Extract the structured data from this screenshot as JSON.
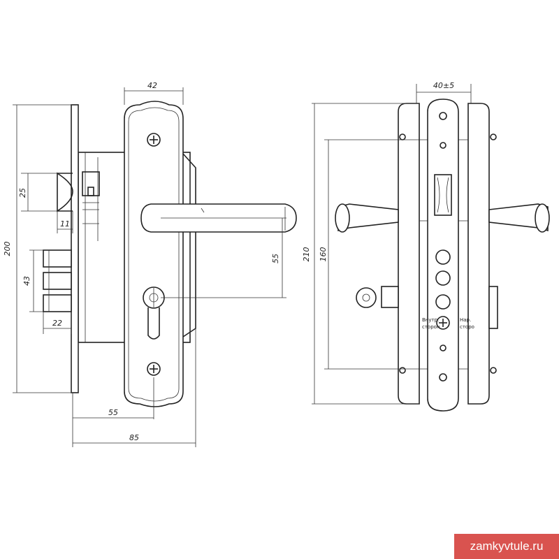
{
  "dimensions": {
    "left_view": {
      "width_top": "42",
      "total_height": "200",
      "latch_height": "25",
      "latch_offset": "11",
      "bolt_height": "43",
      "bolt_projection": "22",
      "handle_to_cylinder": "55",
      "backset": "55",
      "case_depth": "85"
    },
    "right_view": {
      "door_thickness": "40±5",
      "total_height": "210",
      "screw_spacing": "160"
    }
  },
  "faceplate_labels": {
    "inner_side": "Внутр. сторона",
    "outer_side": "Нар. сторона",
    "inner_short_1": "Внутр.",
    "inner_short_2": "сторон",
    "outer_short_1": "Нар.",
    "outer_short_2": "сторо"
  },
  "watermark": "zamkyvtule.ru"
}
